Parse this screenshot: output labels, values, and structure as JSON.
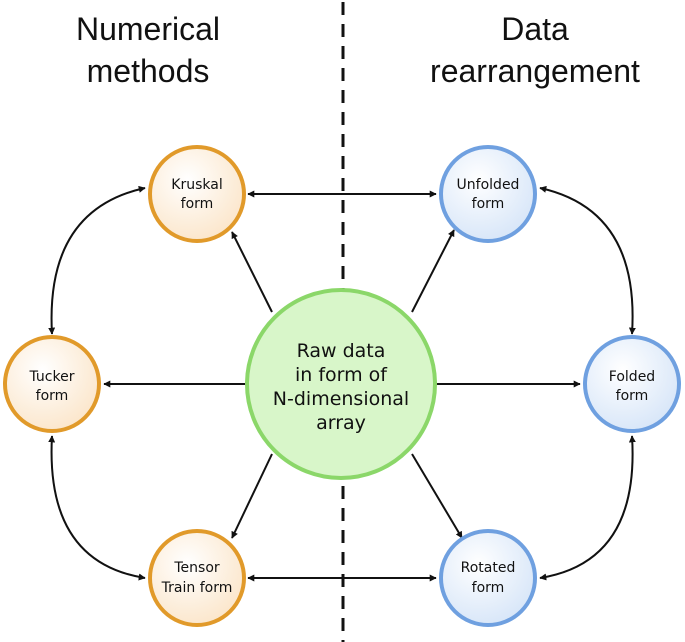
{
  "left_heading": {
    "line1": "Numerical",
    "line2": "methods"
  },
  "right_heading": {
    "line1": "Data",
    "line2": "rearrangement"
  },
  "colors": {
    "orange_border": "#E19A2A",
    "blue_border": "#6FA0E0",
    "green_border": "#8BD769",
    "green_fill": "#D8F6C9",
    "arrow": "#111111"
  },
  "center": {
    "lines": [
      "Raw data",
      "in form of",
      "N-dimensional",
      "array"
    ]
  },
  "nodes": {
    "kruskal": {
      "lines": [
        "Kruskal",
        "form"
      ]
    },
    "tucker": {
      "lines": [
        "Tucker",
        "form"
      ]
    },
    "tensor_train": {
      "lines": [
        "Tensor",
        "Train form"
      ]
    },
    "unfolded": {
      "lines": [
        "Unfolded",
        "form"
      ]
    },
    "folded": {
      "lines": [
        "Folded",
        "form"
      ]
    },
    "rotated": {
      "lines": [
        "Rotated",
        "form"
      ]
    }
  }
}
